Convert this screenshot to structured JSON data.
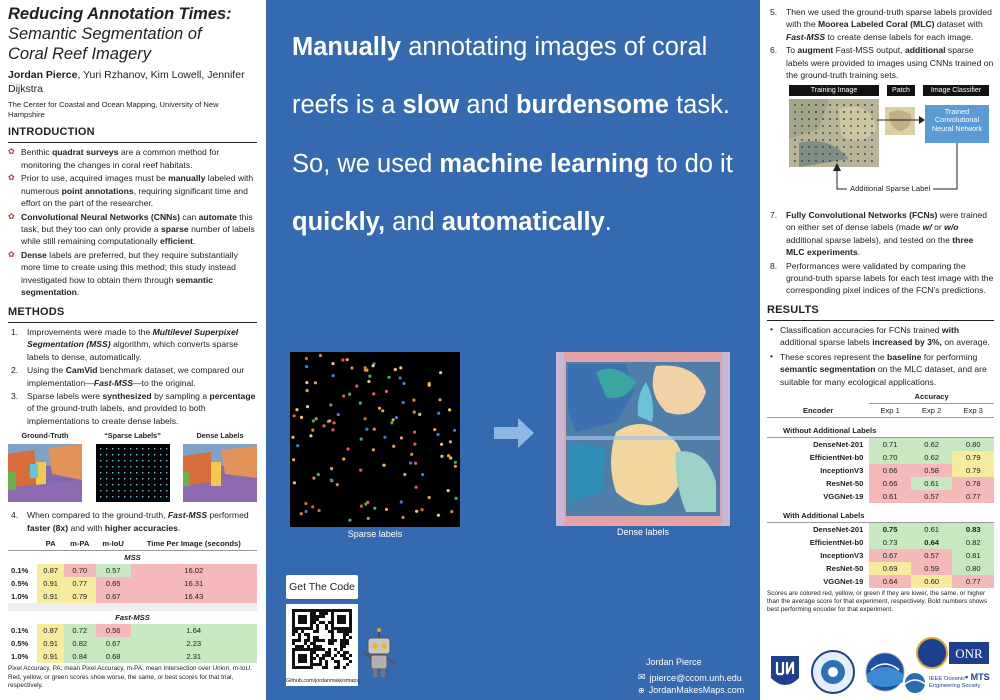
{
  "header": {
    "title_line1": "Reducing Annotation Times:",
    "title_line2": "Semantic Segmentation of",
    "title_line3": "Coral Reef Imagery",
    "authors_bold": "Jordan Pierce",
    "authors_rest": ", Yuri Rzhanov, Kim Lowell, Jennifer Dijkstra",
    "affiliation": "The Center for Coastal and Ocean Mapping, University of New Hampshire"
  },
  "intro": {
    "heading": "INTRODUCTION",
    "items": [
      [
        "Benthic ",
        "quadrat surveys",
        " are a common method for monitoring the changes in coral reef habitats."
      ],
      [
        "Prior to use, acquired images must be ",
        "manually",
        " labeled with numerous ",
        "point annotations",
        ", requiring significant time and effort on the part of the researcher."
      ],
      [
        "",
        "Convolutional Neural Networks (CNNs)",
        " can ",
        "automate",
        " this task, but they too can only provide a ",
        "sparse",
        " number of labels while still remaining computationally ",
        "efficient",
        "."
      ],
      [
        "",
        "Dense",
        " labels are preferred, but they require substantially more time to create using this method; this study instead investigated how to obtain them through ",
        "semantic segmentation",
        "."
      ]
    ]
  },
  "methods": {
    "heading": "METHODS",
    "items": [
      {
        "n": "1.",
        "parts": [
          "Improvements were made to the ",
          "Multilevel Superpixel Segmentation (MSS)",
          " algorithm, which converts sparse labels to dense, automatically."
        ]
      },
      {
        "n": "2.",
        "parts": [
          "Using the ",
          "CamVid",
          " benchmark dataset, we compared our implementation—",
          "Fast-MSS",
          "—to the original."
        ]
      },
      {
        "n": "3.",
        "parts": [
          "Sparse labels were ",
          "synthesized",
          " by sampling a ",
          "percentage",
          " of the ground-truth labels, and provided to both implementations to create dense labels."
        ]
      }
    ],
    "figure_labels": [
      "Ground-Truth",
      "“Sparse Labels”",
      "Dense Labels"
    ],
    "item4": {
      "n": "4.",
      "parts": [
        "When compared to the ground-truth, ",
        "Fast-MSS",
        " performed ",
        "faster (8x)",
        " and with ",
        "higher accuracies",
        "."
      ]
    }
  },
  "mss_table": {
    "headers": [
      "",
      "PA",
      "m-PA",
      "m-IoU",
      "Time Per Image (seconds)"
    ],
    "groups": [
      {
        "name": "MSS",
        "rows": [
          {
            "label": "0.1%",
            "cells": [
              [
                "0.87",
                "ye"
              ],
              [
                "0.70",
                "re"
              ],
              [
                "0.57",
                "gr"
              ],
              [
                "16.02",
                "re"
              ]
            ]
          },
          {
            "label": "0.5%",
            "cells": [
              [
                "0.91",
                "ye"
              ],
              [
                "0.77",
                "ye"
              ],
              [
                "0.65",
                "re"
              ],
              [
                "16.31",
                "re"
              ]
            ]
          },
          {
            "label": "1.0%",
            "cells": [
              [
                "0.91",
                "ye"
              ],
              [
                "0.79",
                "ye"
              ],
              [
                "0.67",
                "re"
              ],
              [
                "16.43",
                "re"
              ]
            ]
          }
        ]
      },
      {
        "name": "Fast-MSS",
        "rows": [
          {
            "label": "0.1%",
            "cells": [
              [
                "0.87",
                "ye"
              ],
              [
                "0.72",
                "gr"
              ],
              [
                "0.56",
                "re"
              ],
              [
                "1.64",
                "gr"
              ]
            ]
          },
          {
            "label": "0.5%",
            "cells": [
              [
                "0.91",
                "ye"
              ],
              [
                "0.82",
                "gr"
              ],
              [
                "0.67",
                "gr"
              ],
              [
                "2.23",
                "gr"
              ]
            ]
          },
          {
            "label": "1.0%",
            "cells": [
              [
                "0.91",
                "ye"
              ],
              [
                "0.84",
                "gr"
              ],
              [
                "0.68",
                "gr"
              ],
              [
                "2.31",
                "gr"
              ]
            ]
          }
        ]
      }
    ],
    "caption": "Pixel Accuracy, PA; mean Pixel Accuracy, m-PA; mean Intersection over Union, m-IoU. Red, yellow, or green scores show worse, the same, or best scores for that trial, respectively."
  },
  "center": {
    "statement": [
      [
        "b",
        "Manually"
      ],
      [
        "t",
        " annotating images of coral reefs is a "
      ],
      [
        "b",
        "slow"
      ],
      [
        "t",
        " and "
      ],
      [
        "b",
        "burdensome"
      ],
      [
        "t",
        " task. So, we used "
      ],
      [
        "b",
        "machine learning"
      ],
      [
        "t",
        " to do it "
      ],
      [
        "b",
        "quickly,"
      ],
      [
        "t",
        " and "
      ],
      [
        "b",
        "automatically"
      ],
      [
        "t",
        "."
      ]
    ],
    "sparse_caption": "Sparse labels",
    "dense_caption": "Dense labels",
    "code_label": "Get The Code",
    "github": "Github.com/jordanmakesmaps",
    "contact_name": "Jordan Pierce",
    "contact_email": "jpierce@ccom.unh.edu",
    "contact_site": "JordanMakesMaps.com"
  },
  "right": {
    "steps_top": [
      {
        "n": "5.",
        "parts": [
          "Then we used the ground-truth sparse labels provided with the ",
          "Moorea Labeled Coral (MLC)",
          " dataset with ",
          "Fast-MSS",
          " to create dense labels for each image."
        ]
      },
      {
        "n": "6.",
        "parts": [
          "To ",
          "augment",
          " Fast-MSS output, ",
          "additional",
          " sparse labels were provided to images using CNNs trained on the ground-truth training sets."
        ]
      }
    ],
    "diagram": {
      "training_image": "Training Image",
      "patch": "Patch",
      "classifier": "Image Classifier",
      "trained_cnn": "Trained Convolutional Neural Network",
      "additional": "Additional Sparse Label"
    },
    "steps_bottom": [
      {
        "n": "7.",
        "parts": [
          "",
          "Fully Convolutional Networks (FCNs)",
          " were trained on either set of dense labels (made ",
          "w/",
          " or ",
          "w/o",
          " additional sparse labels), and tested on the ",
          "three MLC experiments",
          "."
        ]
      },
      {
        "n": "8.",
        "parts": [
          "Performances were validated by comparing the ground-truth sparse labels for each test image with the corresponding pixel indices of the FCN's predictions."
        ]
      }
    ],
    "results_heading": "RESULTS",
    "results_items": [
      [
        "Classification accuracies for FCNs trained ",
        "with",
        " additional sparse labels ",
        "increased by 3%,",
        " on average."
      ],
      [
        "These scores represent the ",
        "baseline",
        " for performing ",
        "semantic segmentation",
        " on the MLC dataset, and are suitable for many ecological applications."
      ]
    ],
    "results_table": {
      "accuracy_header": "Accuracy",
      "encoder_header": "Encoder",
      "exp_headers": [
        "Exp 1",
        "Exp 2",
        "Exp 3"
      ],
      "groups": [
        {
          "name": "Without Additional Labels",
          "rows": [
            {
              "enc": "DenseNet-201",
              "cells": [
                [
                  "0.71",
                  "gr",
                  false
                ],
                [
                  "0.62",
                  "gr",
                  false
                ],
                [
                  "0.80",
                  "gr",
                  false
                ]
              ]
            },
            {
              "enc": "EfficientNet-b0",
              "cells": [
                [
                  "0.70",
                  "gr",
                  false
                ],
                [
                  "0.62",
                  "gr",
                  false
                ],
                [
                  "0.79",
                  "ye",
                  false
                ]
              ]
            },
            {
              "enc": "InceptionV3",
              "cells": [
                [
                  "0.66",
                  "re",
                  false
                ],
                [
                  "0.58",
                  "re",
                  false
                ],
                [
                  "0.79",
                  "ye",
                  false
                ]
              ]
            },
            {
              "enc": "ResNet-50",
              "cells": [
                [
                  "0.66",
                  "re",
                  false
                ],
                [
                  "0.61",
                  "gr",
                  false
                ],
                [
                  "0.78",
                  "re",
                  false
                ]
              ]
            },
            {
              "enc": "VGGNet-19",
              "cells": [
                [
                  "0.61",
                  "re",
                  false
                ],
                [
                  "0.57",
                  "re",
                  false
                ],
                [
                  "0.77",
                  "re",
                  false
                ]
              ]
            }
          ]
        },
        {
          "name": "With Additional Labels",
          "rows": [
            {
              "enc": "DenseNet-201",
              "cells": [
                [
                  "0.75",
                  "gr",
                  true
                ],
                [
                  "0.61",
                  "gr",
                  false
                ],
                [
                  "0.83",
                  "gr",
                  true
                ]
              ]
            },
            {
              "enc": "EfficientNet-b0",
              "cells": [
                [
                  "0.73",
                  "gr",
                  false
                ],
                [
                  "0.64",
                  "gr",
                  true
                ],
                [
                  "0.82",
                  "gr",
                  false
                ]
              ]
            },
            {
              "enc": "InceptionV3",
              "cells": [
                [
                  "0.67",
                  "re",
                  false
                ],
                [
                  "0.57",
                  "re",
                  false
                ],
                [
                  "0.81",
                  "gr",
                  false
                ]
              ]
            },
            {
              "enc": "ResNet-50",
              "cells": [
                [
                  "0.69",
                  "ye",
                  false
                ],
                [
                  "0.59",
                  "re",
                  false
                ],
                [
                  "0.80",
                  "gr",
                  false
                ]
              ]
            },
            {
              "enc": "VGGNet-19",
              "cells": [
                [
                  "0.64",
                  "re",
                  false
                ],
                [
                  "0.60",
                  "ye",
                  false
                ],
                [
                  "0.77",
                  "re",
                  false
                ]
              ]
            }
          ]
        }
      ],
      "caption": "Scores are colored red, yellow, or green if they are lower, the same, or higher than the average score for that experiment, respectively. Bold numbers shows best performing encoder for that experiment."
    },
    "logos": {
      "ieee_line1": "IEEE Oceanic",
      "ieee_line2": "Engineering Society",
      "mts": "• MTS"
    }
  },
  "colors": {
    "panel_blue": "#3569b0",
    "arrow": "#8fb7e4",
    "cnn_box": "#5b9bd5"
  }
}
